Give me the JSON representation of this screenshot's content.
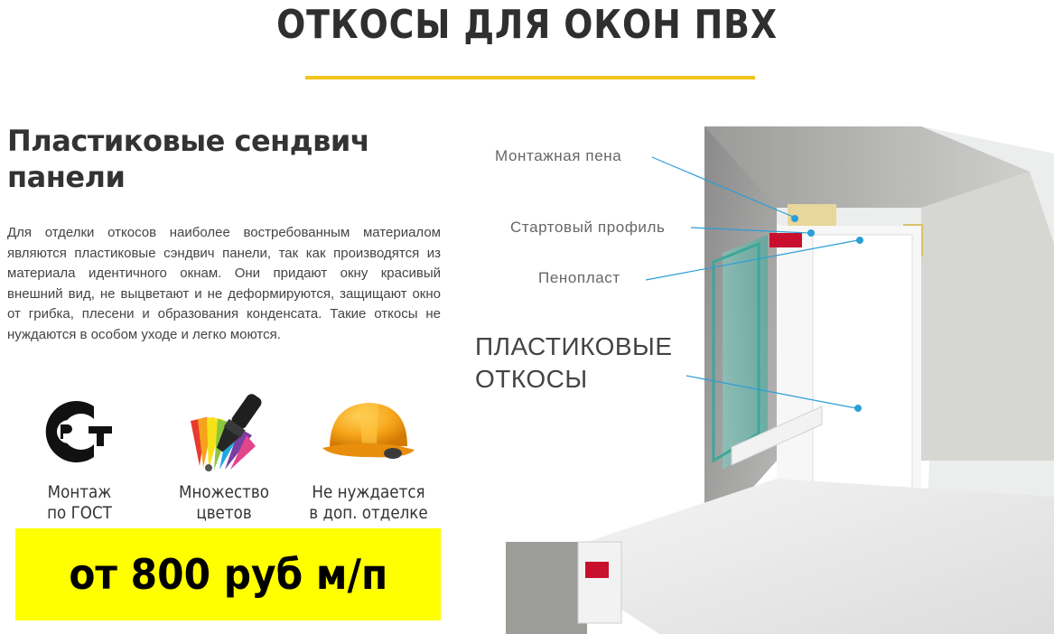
{
  "header": {
    "title": "ОТКОСЫ ДЛЯ ОКОН ПВХ"
  },
  "section": {
    "title": "Пластиковые сендвич панели",
    "description": "Для отделки откосов наиболее востребованным материалом являются пластиковые сэндвич панели, так как производятся из материала идентичного окнам. Они придают окну красивый внешний вид, не выцветают и не деформируются, защищают окно от грибка, плесени и образования конденсата. Такие откосы не нуждаются в особом уходе и легко моются."
  },
  "features": [
    {
      "icon": "gost-certification-icon",
      "label": "Монтаж\nпо ГОСТ"
    },
    {
      "icon": "color-palette-icon",
      "label": "Множество\nцветов"
    },
    {
      "icon": "hard-hat-icon",
      "label": "Не нуждается\nв доп. отделке"
    }
  ],
  "price": {
    "text": "от 800 руб м/п"
  },
  "illustration": {
    "callouts": {
      "foam": "Монтажная пена",
      "start_profile": "Стартовый профиль",
      "foam_plastic": "Пенопласт",
      "slopes_line1": "ПЛАСТИКОВЫЕ",
      "slopes_line2": "ОТКОСЫ"
    }
  },
  "colors": {
    "accent": "#f0c419",
    "price_bg": "#ffff00",
    "callout_line": "#2a9fd6"
  }
}
